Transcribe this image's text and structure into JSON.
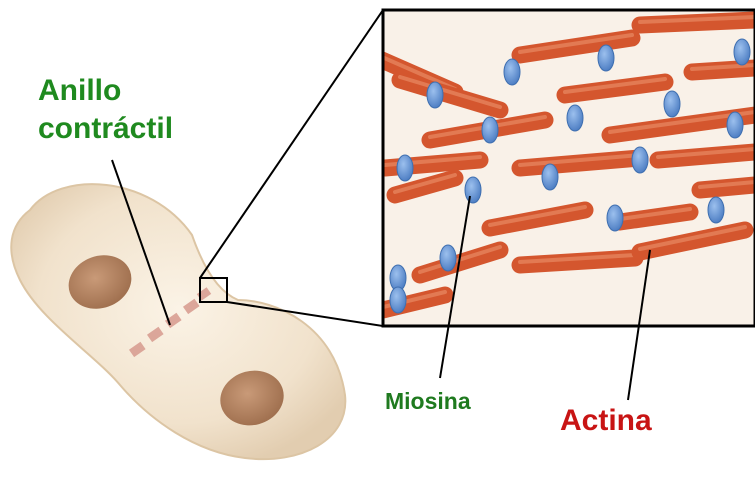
{
  "labels": {
    "ring_line1": "Anillo",
    "ring_line2": "contráctil",
    "myosin": "Miosina",
    "actin": "Actina"
  },
  "colors": {
    "ring_label": "#1f8a1f",
    "myosin_label": "#1f7a1f",
    "actin_label": "#c81414",
    "cell_fill": "#f1e2cc",
    "cell_edge": "#dcc5a4",
    "nucleus": "#b88664",
    "contractile_ring": "#d79a8e",
    "actin_filament": "#d4562e",
    "myosin_head": "#5f8fd0",
    "inset_background": "#f9f1e8"
  }
}
